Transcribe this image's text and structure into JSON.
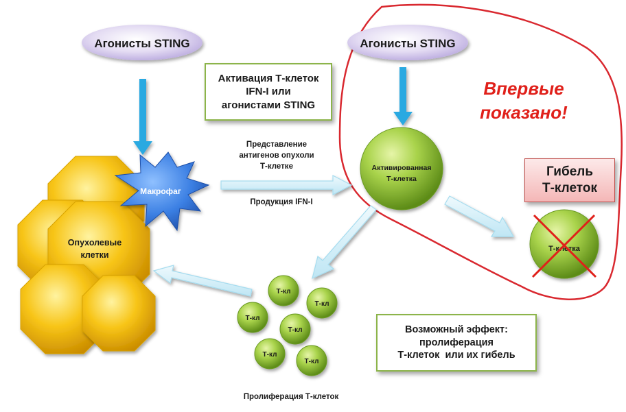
{
  "agonist_left": "Агонисты STING",
  "agonist_right": "Агонисты STING",
  "activation_box": [
    "Активация Т-клеток",
    "IFN-I или",
    "агонистами STING"
  ],
  "first_shown": [
    "Впервые",
    "показано!"
  ],
  "antigen_presentation": [
    "Представление",
    "антигенов опухоли",
    "Т-клетке"
  ],
  "ifn_production": "Продукция IFN-I",
  "macrophage": "Макрофаг",
  "tumor_cells": [
    "Опухолевые",
    "клетки"
  ],
  "activated_tcell": [
    "Активированная",
    "Т-клетка"
  ],
  "death_box": [
    "Гибель",
    "Т-клеток"
  ],
  "dead_tcell": "Т-клетка",
  "small_tcell": "Т-кл",
  "proliferation_caption": "Пролиферация Т-клеток",
  "possible_effect": [
    "Возможный эффект:",
    "пролиферация",
    "Т-клеток  или их гибель"
  ],
  "colors": {
    "arrow_blue": "#29a9e1",
    "cell_green": "#8dc63f",
    "tumor_gold": "#f2b705",
    "macrophage_blue": "#2e6fd8",
    "highlight_red": "#d9282f"
  }
}
